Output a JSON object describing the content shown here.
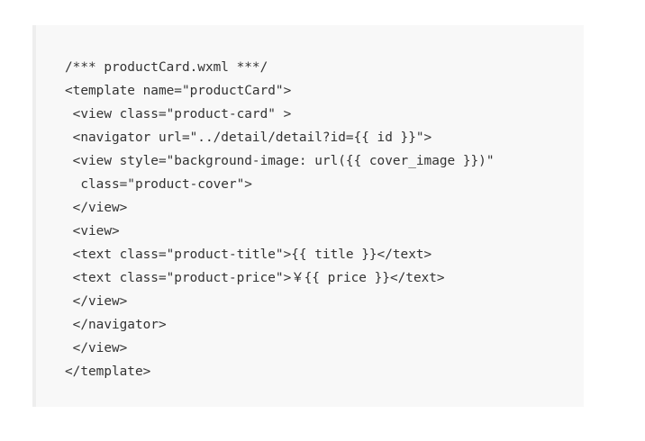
{
  "code": {
    "lines": [
      "/*** productCard.wxml ***/",
      "<template name=\"productCard\">",
      " <view class=\"product-card\" >",
      " <navigator url=\"../detail/detail?id={{ id }}\">",
      " <view style=\"background-image: url({{ cover_image }})\"",
      "  class=\"product-cover\">",
      " </view>",
      " <view>",
      " <text class=\"product-title\">{{ title }}</text>",
      " <text class=\"product-price\">￥{{ price }}</text>",
      " </view>",
      " </navigator>",
      " </view>",
      "</template>"
    ]
  }
}
